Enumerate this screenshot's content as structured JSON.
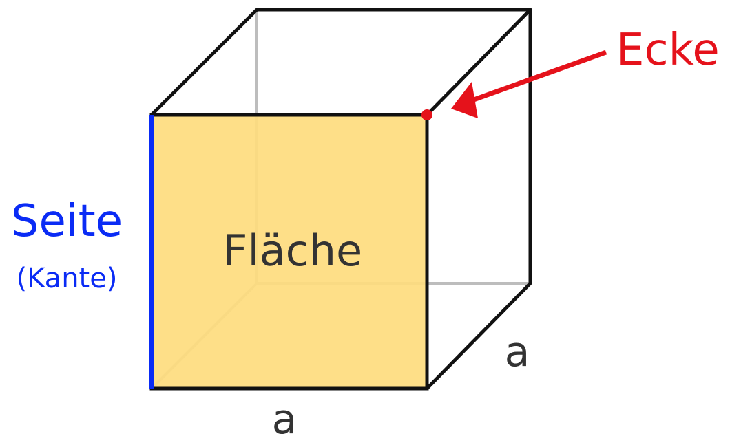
{
  "labels": {
    "face": "Fläche",
    "corner": "Ecke",
    "edge": "Seite",
    "edge_alt": "(Kante)",
    "side_bottom": "a",
    "side_depth": "a"
  },
  "colors": {
    "face_fill": "#FEDC7E",
    "edge_highlight": "#0A2BF5",
    "corner": "#E5121B",
    "outline": "#111111",
    "hidden_edge": "#BDBDBD",
    "text_dark": "#333333"
  }
}
